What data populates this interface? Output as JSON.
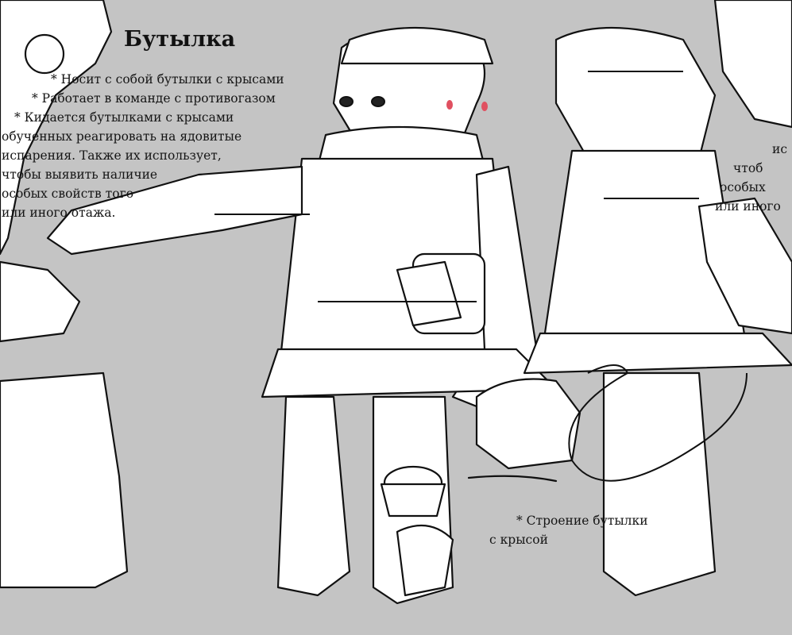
{
  "title": "Бутылка",
  "notes": {
    "line1": "* Носит с собой бутылки с крысами",
    "line2": "* Работает в команде с противогазом",
    "line3": "* Кидается бутылками с крысами",
    "line3b": "обученных реагировать на ядовитые",
    "line3c": "испарения. Также их использует,",
    "line3d": "чтобы выявить наличие",
    "line3e": "особых свойств того",
    "line3f": "или иного отажа."
  },
  "right_fragments": {
    "f1": "ис",
    "f2": "чтоб",
    "f3": "особых",
    "f4": "или иного"
  },
  "bottle_caption": {
    "line1": "* Строение бутылки",
    "line2": "с крысой"
  },
  "colors": {
    "background": "#c4c4c4",
    "line": "#111111",
    "figure_fill": "#ffffff",
    "eye_accent": "#e05060"
  }
}
